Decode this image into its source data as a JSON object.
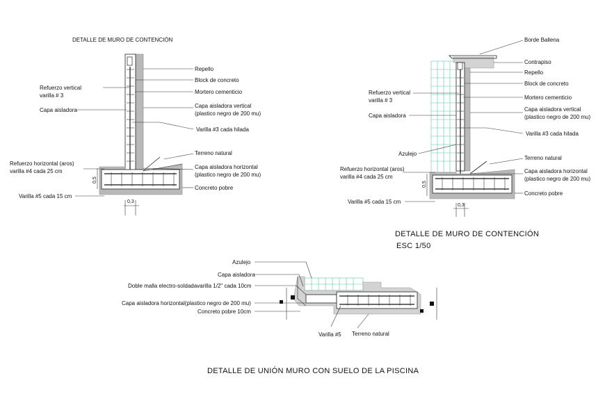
{
  "detail_a": {
    "title": "DETALLE DE MURO DE CONTENCIÓN",
    "labels": {
      "repello": "Repello",
      "block": "Block de concreto",
      "mortero": "Mortero cementicio",
      "capa_vertical_1": "Capa aisladora vertical",
      "capa_vertical_2": "(plastico negro de 200 mu)",
      "varilla3": "Varilla #3  cada hilada",
      "terreno": "Terreno natural",
      "capa_horizontal_1": "Capa aisladora horizontal",
      "capa_horizontal_2": "(plastico negro de 200 mu)",
      "concreto": "Concreto  pobre",
      "refuerzo_vertical_1": "Refuerzo vertical",
      "refuerzo_vertical_2": "varilla # 3",
      "capa_aisladora": "Capa aisladora",
      "refuerzo_horizontal_1": "Refuerzo horizontal (aros)",
      "refuerzo_horizontal_2": "varilla #4 cada 25 cm",
      "varilla5": "Varilla #5 cada 15 cm",
      "dim_vertical": "0,5",
      "dim_horizontal": "0,3"
    }
  },
  "detail_b": {
    "title": "DETALLE DE MURO DE CONTENCIÓN",
    "scale": "ESC 1/50",
    "labels": {
      "borde": "Borde Ballena",
      "contrapiso": "Contrapiso",
      "repello": "Repello",
      "block": "Block de concreto",
      "mortero": "Mortero cementicio",
      "capa_vertical_1": "Capa aisladora vertical",
      "capa_vertical_2": "(plastico negro de 200 mu)",
      "varilla3": "Varilla #3  cada hilada",
      "terreno": "Terreno natural",
      "capa_horizontal_1": "Capa aisladora horizontal",
      "capa_horizontal_2": "(plastico negro de 200 mu)",
      "concreto": "Concreto  pobre",
      "refuerzo_vertical_1": "Refuerzo vertical",
      "refuerzo_vertical_2": "varilla # 3",
      "capa_aisladora": "Capa aisladora",
      "azulejo": "Azulejo",
      "refuerzo_horizontal_1": "Refuerzo horizontal (aros)",
      "refuerzo_horizontal_2": "varilla #4 cada 25 cm",
      "varilla5": "Varilla #5 cada 15 cm",
      "dim_vertical": "0,5",
      "dim_horizontal": "0,3"
    }
  },
  "detail_c": {
    "title": "DETALLE DE UNIÓN MURO CON SUELO DE LA PISCINA",
    "labels": {
      "azulejo": "Azulejo",
      "capa_aisladora": "Capa aisladora",
      "doble_malla": "Doble malla electro-soldadavarilla 1/2\" cada 10cm",
      "capa_horizontal": "Capa aisladora horizontal(plastico negro de 200 mu)",
      "concreto": "Concreto  pobre 10cm",
      "varilla5": "Varilla #5",
      "terreno": "Terreno natural"
    }
  }
}
